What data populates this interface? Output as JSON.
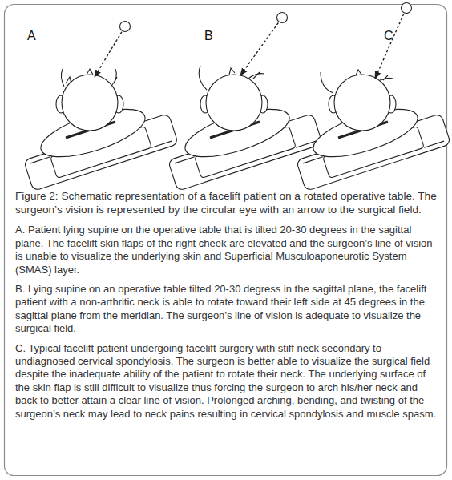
{
  "diagram": {
    "caption": "Figure 2: Schematic representation of a facelift patient on a rotated operative table. The surgeon’s vision is represented by the circular eye with an arrow to the surgical field.",
    "labels": [
      "A",
      "B",
      "C",
      "A. Patient lying supine on the operative table that is tilted 20-30 degrees in the sagittal plane. The facelift skin flaps of the right cheek are elevated and the surgeon’s line of vision is unable to visualize the underlying skin and Superficial Musculoaponeurotic System (SMAS) layer.",
      "B. Lying supine on an operative table tilted 20-30 degress in the sagittal plane, the facelift patient with a non-arthritic neck is able to rotate toward their left side at 45 degrees in the sagittal plane from the meridian. The surgeon’s line of vision is adequate to visualize the surgical field.",
      "C. Typical facelift patient undergoing facelift surgery with stiff neck secondary to undiagnosed cervical spondylosis. The surgeon is better able to visualize the surgical field despite the inadequate ability of the patient to rotate their neck. The underlying surface of the skin flap is still difficult to visualize thus forcing the surgeon to arch his/her neck and back to better attain a clear line of vision. Prolonged arching, bending, and twisting of the surgeon’s neck may lead to neck pains resulting in cervical spondylosis and muscle spasm."
    ]
  }
}
